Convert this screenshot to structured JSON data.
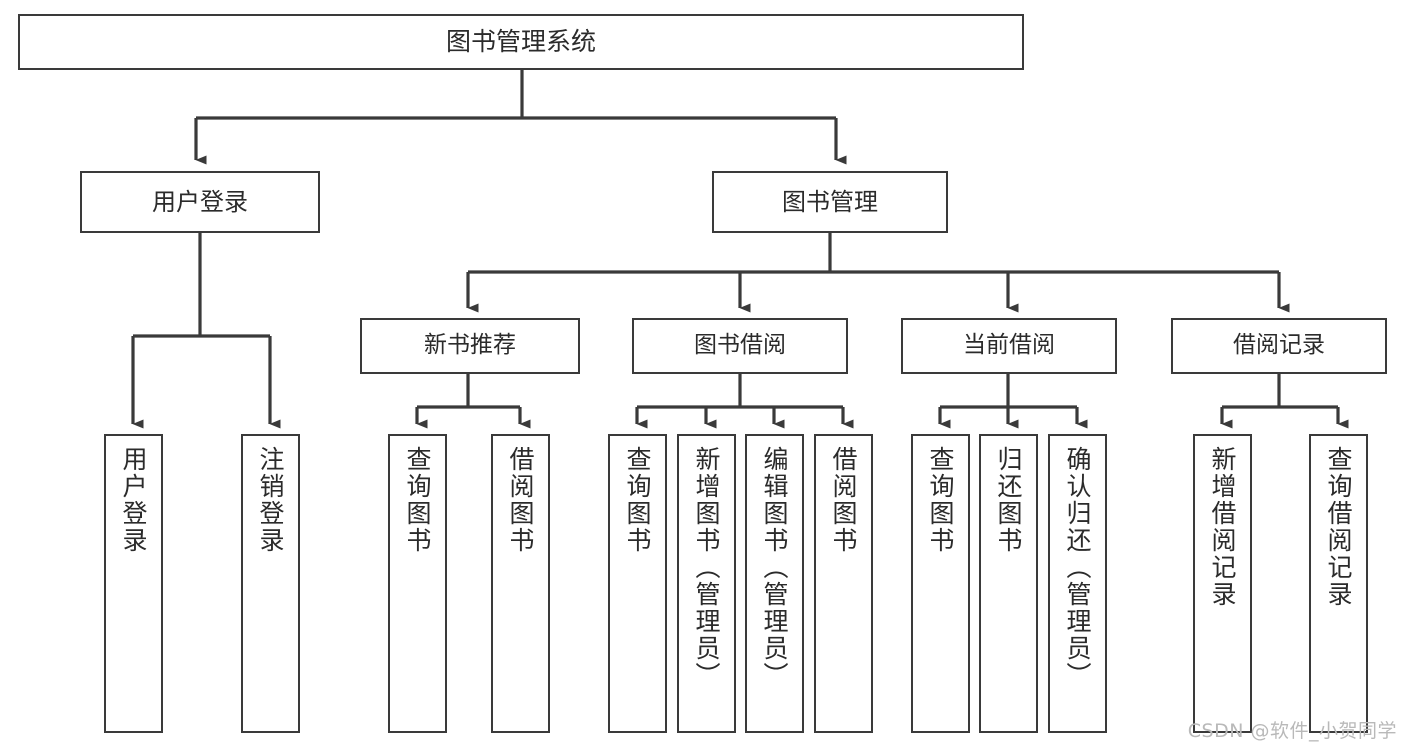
{
  "diagram": {
    "title": "图书管理系统",
    "watermark": "CSDN @软件_小贺同学",
    "line_color": "#3a3a3a",
    "box_border_color": "#3a3a3a",
    "box_fill_color": "#ffffff",
    "text_color": "#2b2b2b",
    "watermark_color": "#b9b9b9"
  },
  "nodes": {
    "root": {
      "label": "图书管理系统"
    },
    "level1": [
      {
        "label": "用户登录"
      },
      {
        "label": "图书管理"
      }
    ],
    "level2": [
      {
        "label": "新书推荐"
      },
      {
        "label": "图书借阅"
      },
      {
        "label": "当前借阅"
      },
      {
        "label": "借阅记录"
      }
    ],
    "leaves": {
      "user_login": [
        {
          "label": "用户登录"
        },
        {
          "label": "注销登录"
        }
      ],
      "new_book_recommend": [
        {
          "label": "查询图书"
        },
        {
          "label": "借阅图书"
        }
      ],
      "book_borrow": [
        {
          "label": "查询图书"
        },
        {
          "label": "新增图书（管理员）"
        },
        {
          "label": "编辑图书（管理员）"
        },
        {
          "label": "借阅图书"
        }
      ],
      "current_borrow": [
        {
          "label": "查询图书"
        },
        {
          "label": "归还图书"
        },
        {
          "label": "确认归还（管理员）"
        }
      ],
      "borrow_record": [
        {
          "label": "新增借阅记录"
        },
        {
          "label": "查询借阅记录"
        }
      ]
    }
  }
}
